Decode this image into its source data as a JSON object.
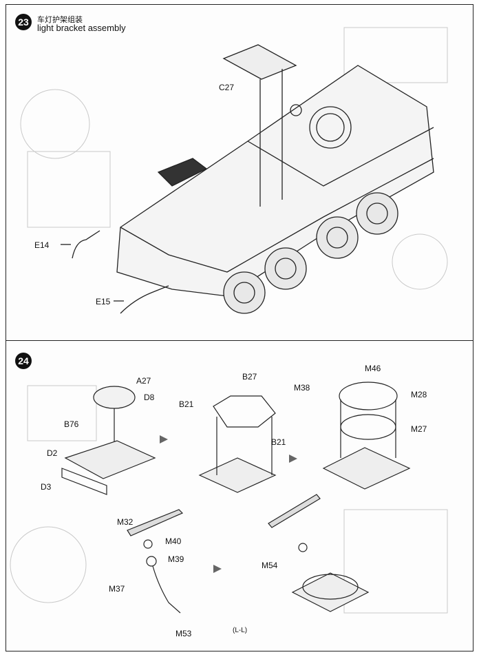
{
  "step23": {
    "number": "23",
    "title_cn": "车灯护架组装",
    "title_en": "light bracket assembly",
    "parts": [
      "C27",
      "E14",
      "E15"
    ]
  },
  "step24": {
    "number": "24",
    "parts": [
      "A27",
      "D8",
      "B76",
      "D2",
      "D3",
      "B27",
      "B21",
      "B21",
      "M46",
      "M38",
      "M28",
      "M27",
      "M32",
      "M40",
      "M39",
      "M37",
      "M53",
      "M54"
    ],
    "view_label": "(L-L)"
  },
  "colors": {
    "line": "#222222",
    "ghost": "#c9c9c9",
    "paper": "#fdfdfd"
  }
}
